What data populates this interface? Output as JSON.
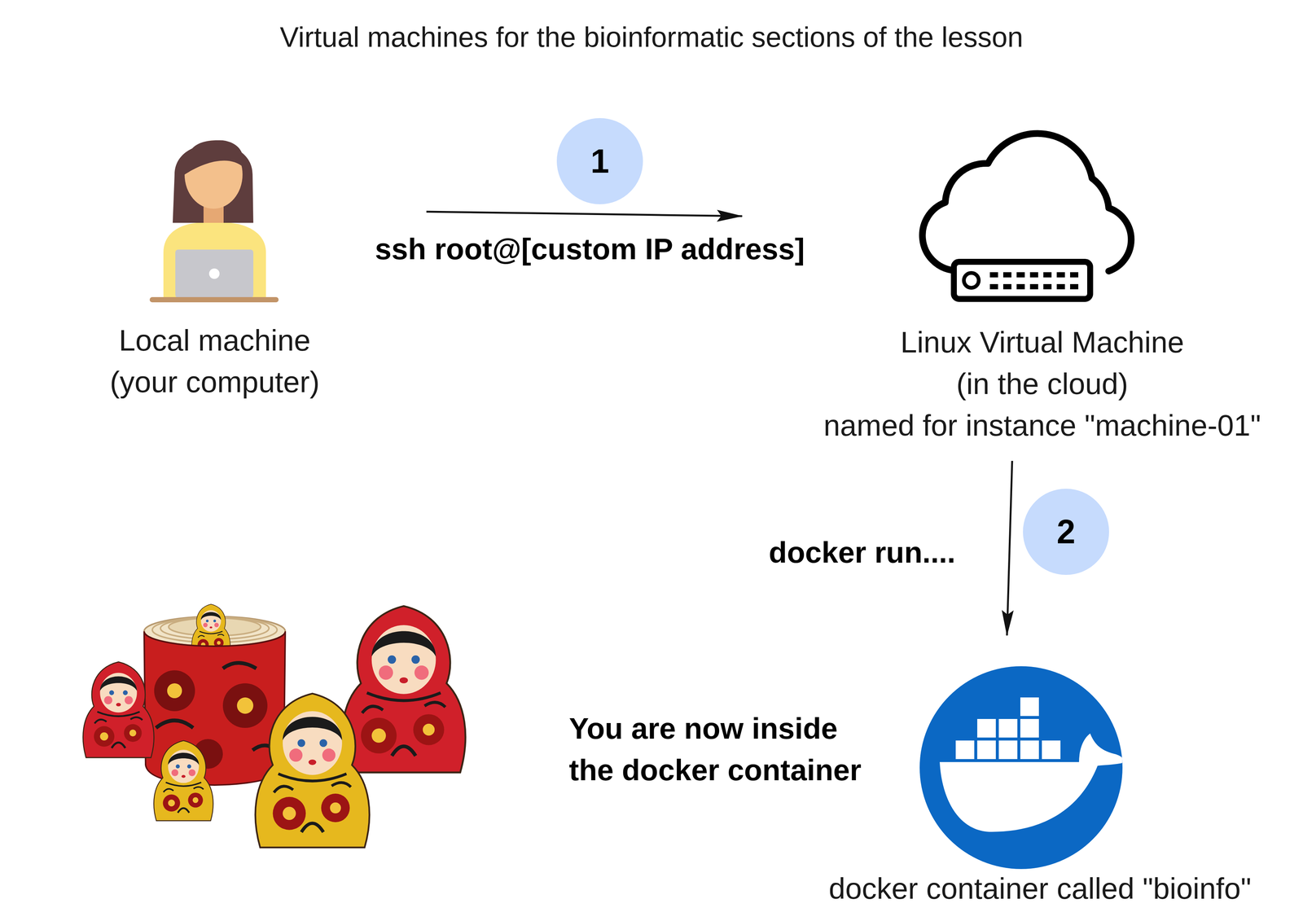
{
  "diagram": {
    "title": "Virtual machines for the bioinformatic sections of the lesson",
    "nodes": [
      {
        "text": [
          "Local machine (your computer)"
        ]
      },
      {
        "text": [
          "Linux Virtual Machine (in the cloud)",
          "named for instance \"machine-01\""
        ]
      },
      {
        "text": [
          "docker container called \"bioinfo\""
        ]
      }
    ],
    "edges": [
      {
        "from": 0,
        "to": 1,
        "arrow": "to",
        "label": "ssh root@[custom IP address]"
      },
      {
        "from": 1,
        "to": 2,
        "arrow": "to",
        "label": "docker run...."
      }
    ],
    "labels": [
      "1",
      "2",
      "You are now inside the docker container"
    ]
  }
}
